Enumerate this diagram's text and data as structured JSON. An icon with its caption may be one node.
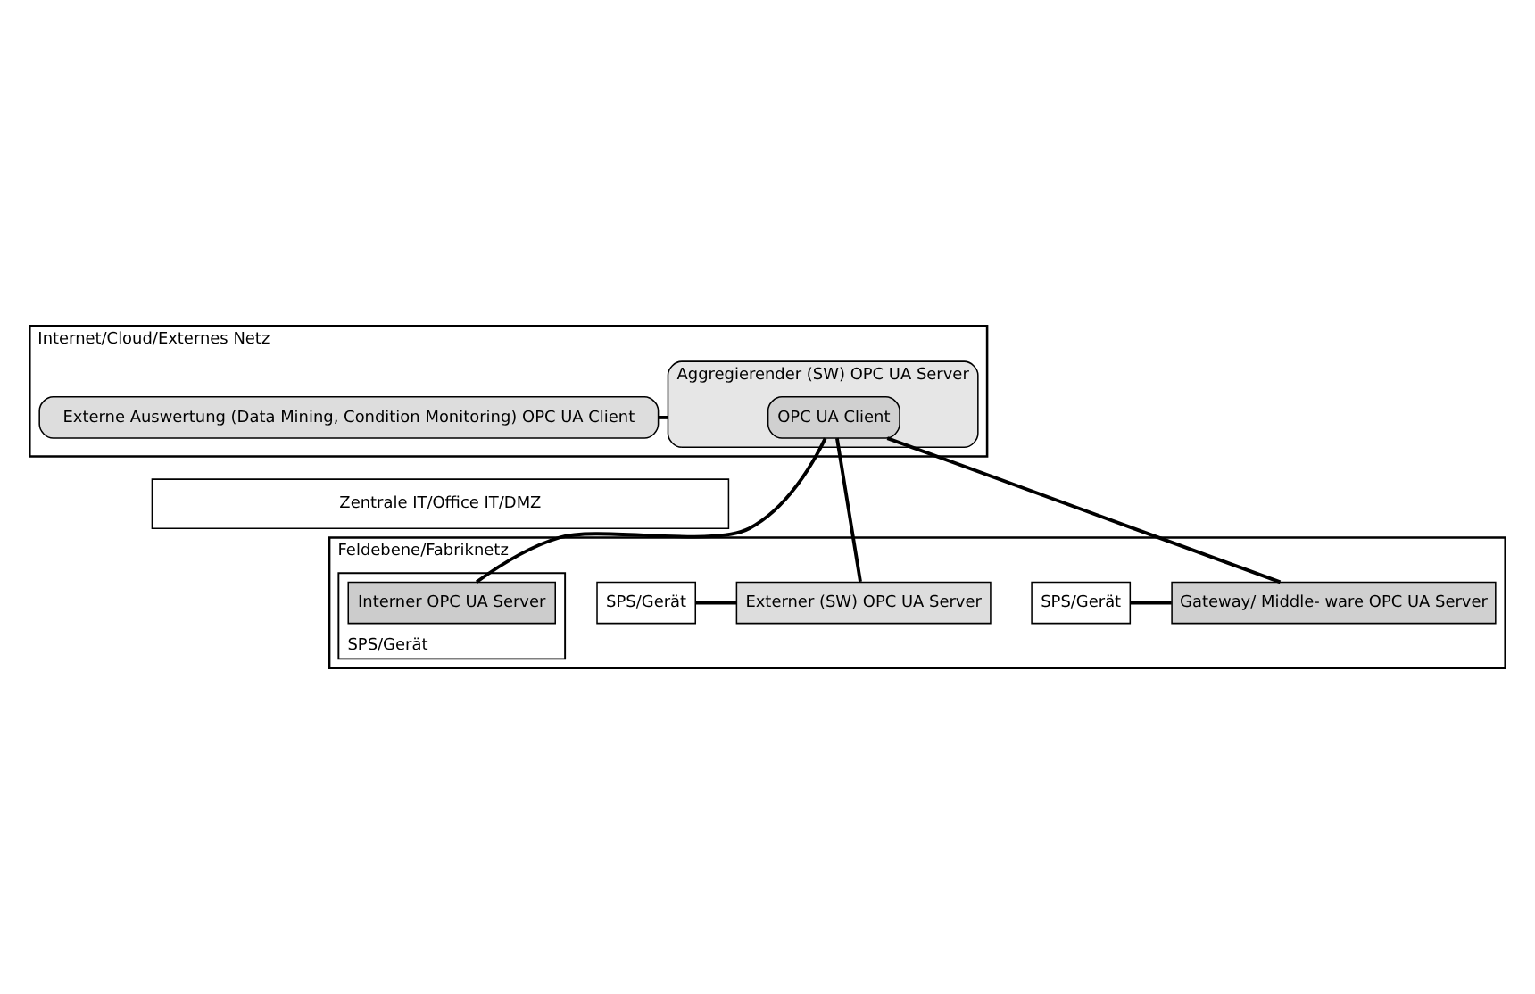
{
  "diagram": {
    "nodes": [
      {
        "text": [
          "Internet/Cloud/Externes Netz"
        ]
      },
      {
        "text": [
          "Aggregierender (SW) OPC UA Server"
        ],
        "in": 0
      },
      {
        "text": [
          "OPC UA Client"
        ],
        "in": 1
      },
      {
        "text": [
          "Externe Auswertung (Data Mining, Condition Monitoring) OPC UA Client"
        ],
        "in": 0
      },
      {
        "text": [
          "Zentrale IT/Office IT/DMZ"
        ]
      },
      {
        "text": [
          "Feldebene/Fabriknetz"
        ]
      },
      {
        "text": [
          "SPS/Gerät"
        ],
        "in": 5
      },
      {
        "text": [
          "Interner OPC UA Server"
        ],
        "in": 6
      },
      {
        "text": [
          "Externer (SW) OPC UA Server"
        ],
        "in": 5
      },
      {
        "text": [
          "SPS/Gerät"
        ],
        "in": 5
      },
      {
        "text": [
          "Gateway/ Middle- ware OPC UA Server"
        ],
        "in": 5
      },
      {
        "text": [
          "SPS/Gerät"
        ],
        "in": 5
      }
    ],
    "edges": [
      {
        "from": 1,
        "to": 3,
        "arrow": "none"
      },
      {
        "from": 2,
        "to": 7,
        "arrow": "none"
      },
      {
        "from": 2,
        "to": 8,
        "arrow": "none"
      },
      {
        "from": 2,
        "to": 10,
        "arrow": "none"
      },
      {
        "from": 8,
        "to": 9,
        "arrow": "none"
      },
      {
        "from": 10,
        "to": 11,
        "arrow": "none"
      }
    ]
  }
}
